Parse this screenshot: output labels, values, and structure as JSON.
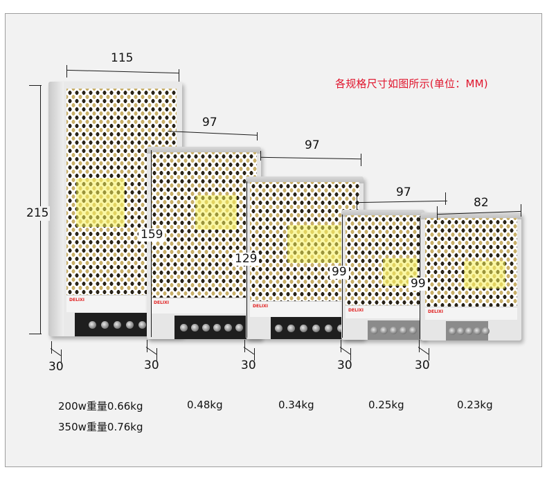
{
  "title": "各规格尺寸如图所示(单位：MM)",
  "colors": {
    "title": "#e0142c",
    "panel_bg": "#f2f2f2",
    "panel_border": "#9e9e9e"
  },
  "products": [
    {
      "id": "p1",
      "width": "115",
      "height": "215",
      "depth": "30",
      "weight_lines": [
        "200w重量0.66kg",
        "350w重量0.76kg"
      ]
    },
    {
      "id": "p2",
      "width": "97",
      "height": "159",
      "depth": "30",
      "weight_lines": [
        "0.48kg"
      ]
    },
    {
      "id": "p3",
      "width": "97",
      "height": "129",
      "depth": "30",
      "weight_lines": [
        "0.34kg"
      ]
    },
    {
      "id": "p4",
      "width": "97",
      "height": "99",
      "depth": "30",
      "weight_lines": [
        "0.25kg"
      ]
    },
    {
      "id": "p5",
      "width": "82",
      "height": "99",
      "depth": "30",
      "weight_lines": [
        "0.23kg"
      ]
    }
  ],
  "brand": "DELIXI"
}
